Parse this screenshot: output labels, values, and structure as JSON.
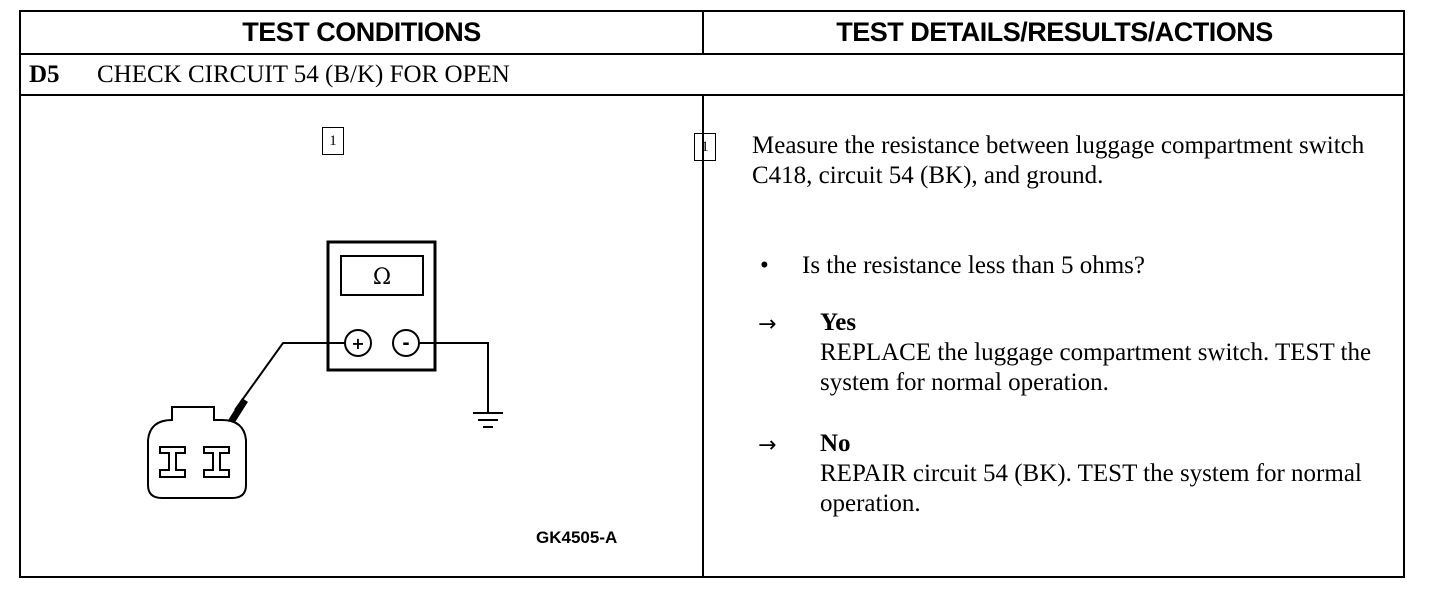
{
  "header": {
    "left": "TEST CONDITIONS",
    "right": "TEST DETAILS/RESULTS/ACTIONS"
  },
  "step": {
    "id": "D5",
    "title": "CHECK CIRCUIT 54 (B/K) FOR OPEN"
  },
  "diagram": {
    "step_box": "1",
    "meter_symbol": "Ω",
    "plus_terminal": "+",
    "minus_terminal": "-",
    "figure_code": "GK4505-A"
  },
  "details": {
    "step_box": "1",
    "instruction": "Measure the resistance between luggage compartment switch C418, circuit 54 (BK), and ground.",
    "bullet": "•",
    "question": "Is the resistance less than 5 ohms?",
    "arrow": "→",
    "yes": {
      "label": "Yes",
      "text": "REPLACE the luggage compartment switch. TEST the system for normal operation."
    },
    "no": {
      "label": "No",
      "text": "REPAIR circuit 54 (BK). TEST the system for normal operation."
    }
  }
}
